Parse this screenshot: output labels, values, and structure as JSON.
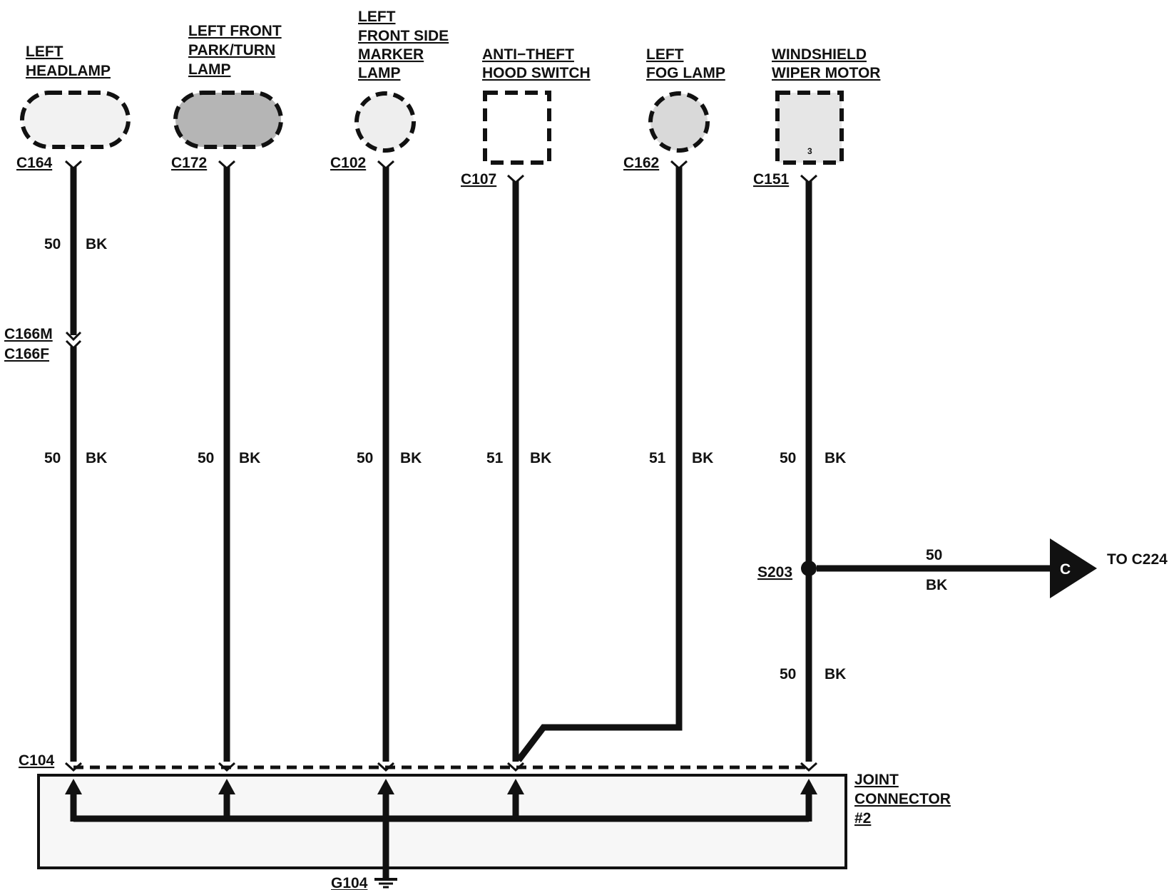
{
  "components": [
    {
      "lines": [
        "LEFT",
        "HEADLAMP"
      ],
      "connector": "C164",
      "wires": [
        {
          "circuit": "50",
          "color": "BK"
        },
        {
          "circuit": "50",
          "color": "BK"
        }
      ],
      "inline": [
        "C166M",
        "C166F"
      ]
    },
    {
      "lines": [
        "LEFT FRONT",
        "PARK/TURN",
        "LAMP"
      ],
      "connector": "C172",
      "wires": [
        {
          "circuit": "50",
          "color": "BK"
        }
      ]
    },
    {
      "lines": [
        "LEFT",
        "FRONT SIDE",
        "MARKER",
        "LAMP"
      ],
      "connector": "C102",
      "wires": [
        {
          "circuit": "50",
          "color": "BK"
        }
      ]
    },
    {
      "lines": [
        "ANTI−THEFT",
        "HOOD SWITCH"
      ],
      "connector": "C107",
      "wires": [
        {
          "circuit": "51",
          "color": "BK"
        }
      ]
    },
    {
      "lines": [
        "LEFT",
        "FOG LAMP"
      ],
      "connector": "C162",
      "wires": [
        {
          "circuit": "51",
          "color": "BK"
        }
      ]
    },
    {
      "lines": [
        "WINDSHIELD",
        "WIPER MOTOR"
      ],
      "connector": "C151",
      "wires": [
        {
          "circuit": "50",
          "color": "BK"
        },
        {
          "circuit": "50",
          "color": "BK"
        }
      ],
      "box_label": "3"
    }
  ],
  "splice": {
    "id": "S203",
    "circuit": "50",
    "color": "BK",
    "arrow_letter": "C",
    "destination": "TO C224"
  },
  "joint_connector": {
    "connector": "C104",
    "lines": [
      "JOINT",
      "CONNECTOR",
      "#2"
    ]
  },
  "ground": "G104"
}
